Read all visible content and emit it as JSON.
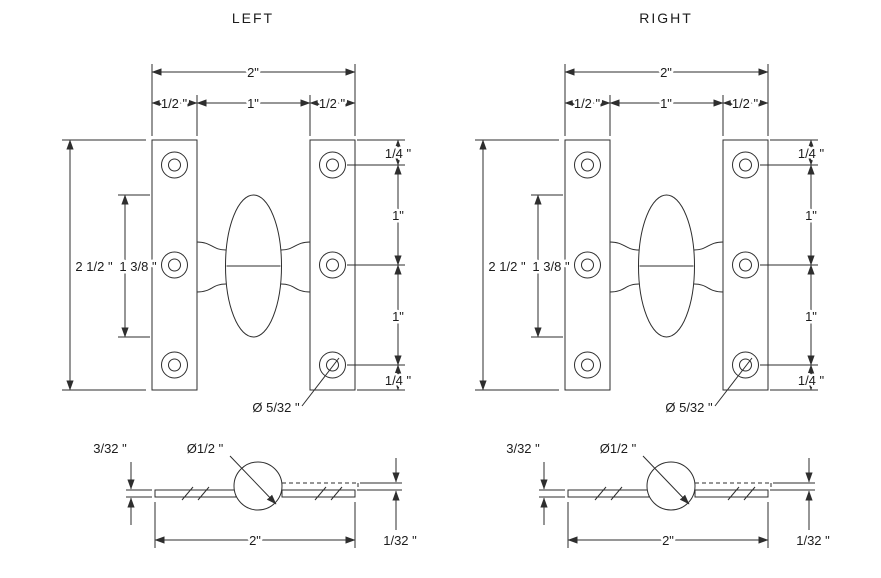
{
  "drawing": {
    "background": "#ffffff",
    "line_color": "#2e2e2e",
    "description": "Olive knuckle hinge dimensional drawing, front and side views"
  },
  "diagrams": [
    {
      "title": "LEFT"
    },
    {
      "title": "RIGHT"
    }
  ],
  "dims": {
    "front": {
      "overall_width": "2\"",
      "left_margin": "1/2 \"",
      "center_span": "1\"",
      "right_margin": "1/2 \"",
      "overall_height": "2 1/2 \"",
      "knuckle_length": "1 3/8 \"",
      "top_offset": "1/4 \"",
      "upper_hole_spacing": "1\"",
      "lower_hole_spacing": "1\"",
      "bottom_offset": "1/4 \"",
      "screw_hole_diameter": "Ø 5/32 \""
    },
    "side": {
      "leaf_thickness": "3/32 \"",
      "knuckle_diameter": "Ø1/2 \"",
      "overall_width": "2\"",
      "leaf_offset": "1/32 \""
    }
  }
}
